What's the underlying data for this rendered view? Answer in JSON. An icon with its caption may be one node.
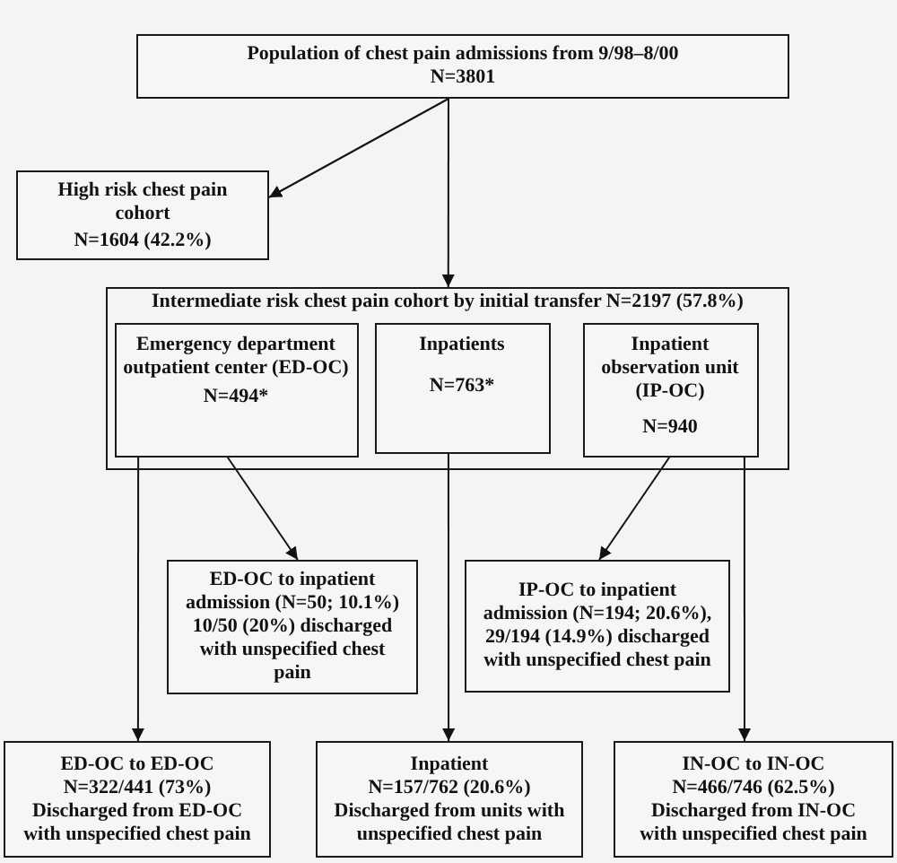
{
  "diagram": {
    "nodes": [
      {
        "text": [
          "Population of chest pain admissions from 9/98–8/00",
          "N=3801"
        ]
      },
      {
        "text": [
          "High risk chest pain cohort",
          "N=1604 (42.2%)"
        ]
      },
      {
        "text": [
          "Intermediate risk chest pain cohort by initial transfer N=2197 (57.8%)"
        ]
      },
      {
        "text": [
          "Emergency department outpatient center (ED-OC)",
          "N=494*"
        ],
        "in": 2
      },
      {
        "text": [
          "Inpatients",
          "N=763*"
        ],
        "in": 2
      },
      {
        "text": [
          "Inpatient observation unit (IP-OC)",
          "N=940"
        ],
        "in": 2
      },
      {
        "text": [
          "ED-OC to inpatient admission (N=50; 10.1%) 10/50 (20%) discharged with unspecified chest pain"
        ]
      },
      {
        "text": [
          "IP-OC to inpatient admission (N=194; 20.6%), 29/194 (14.9%) discharged with unspecified chest pain"
        ]
      },
      {
        "text": [
          "ED-OC to ED-OC",
          "N=322/441 (73%)",
          "Discharged from ED-OC with unspecified chest pain"
        ]
      },
      {
        "text": [
          "Inpatient",
          "N=157/762 (20.6%)",
          "Discharged from units with unspecified chest pain"
        ]
      },
      {
        "text": [
          "IN-OC to IN-OC",
          "N=466/746 (62.5%)",
          "Discharged from IN-OC with unspecified chest pain"
        ]
      }
    ],
    "edges": [
      {
        "from": 0,
        "to": 1,
        "arrow": "to"
      },
      {
        "from": 0,
        "to": 2,
        "arrow": "to"
      },
      {
        "from": 3,
        "to": 6,
        "arrow": "to"
      },
      {
        "from": 5,
        "to": 7,
        "arrow": "to"
      },
      {
        "from": 3,
        "to": 8,
        "arrow": "to"
      },
      {
        "from": 4,
        "to": 9,
        "arrow": "to"
      },
      {
        "from": 5,
        "to": 10,
        "arrow": "to"
      }
    ]
  }
}
